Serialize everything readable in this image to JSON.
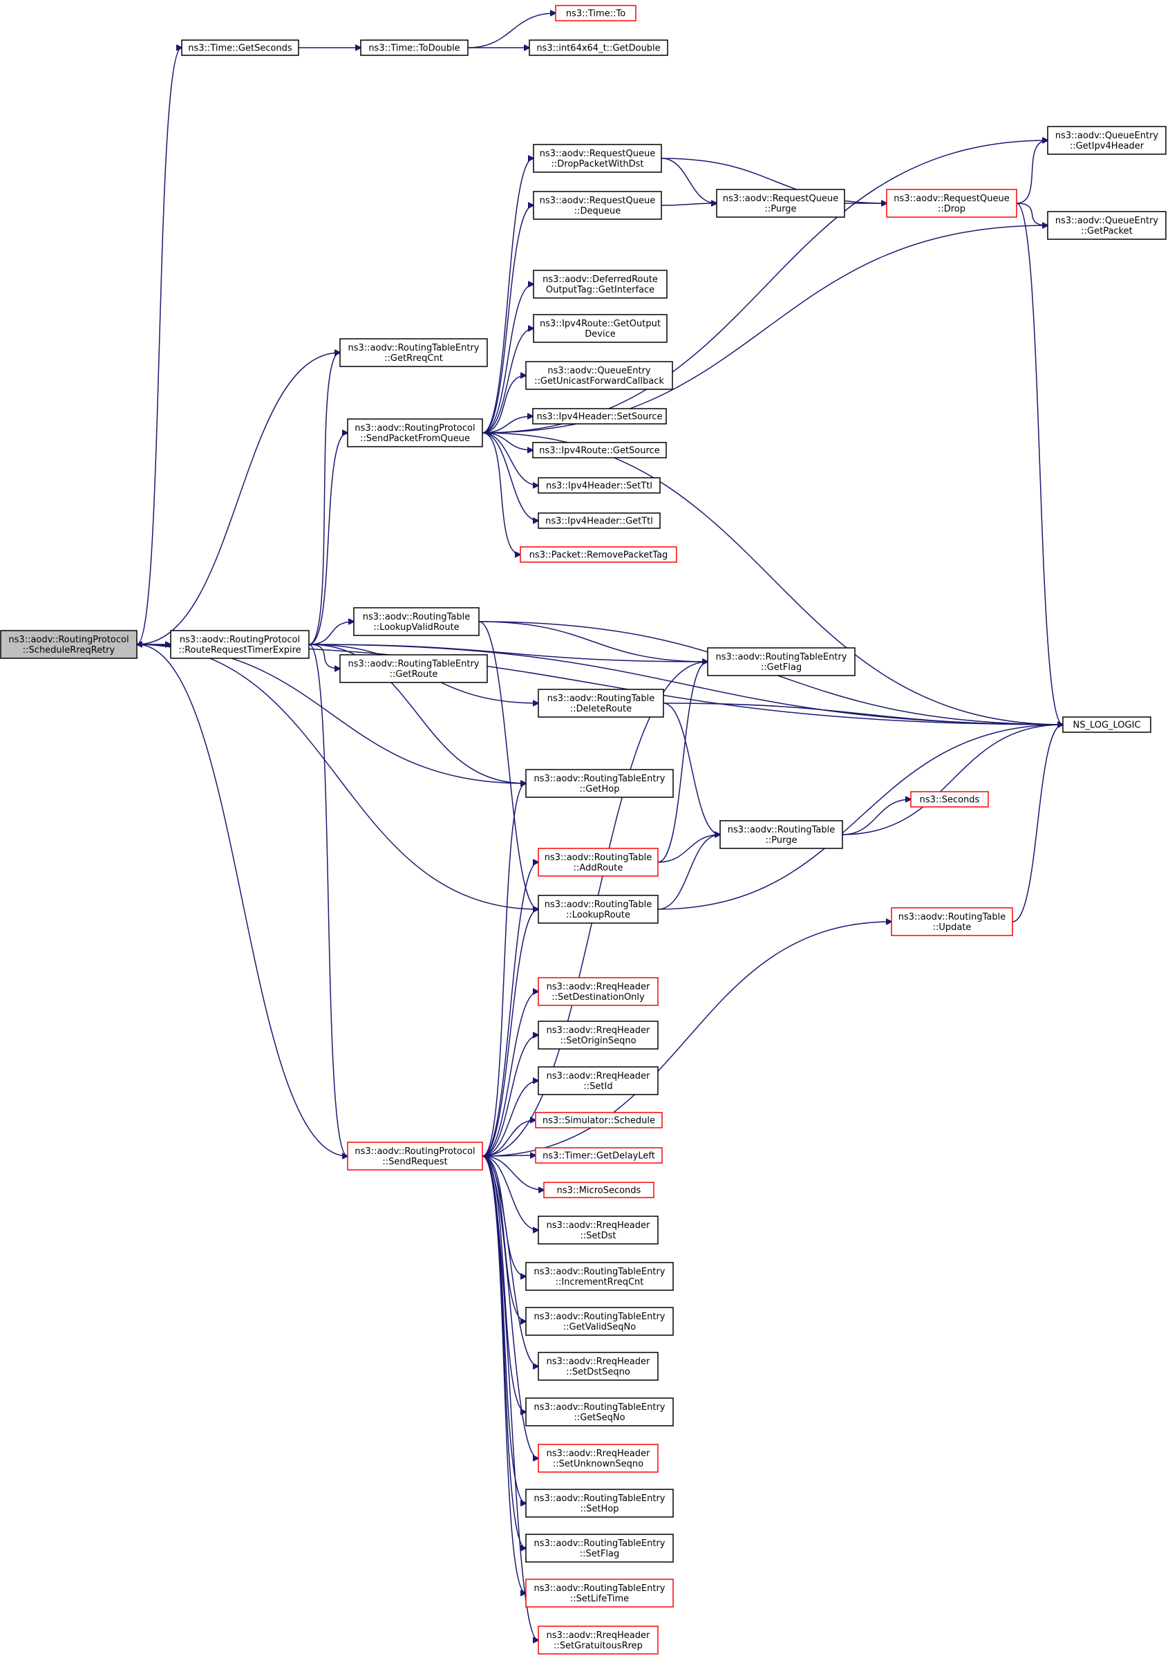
{
  "colors": {
    "edge": "#191970",
    "normal_border": "#000000",
    "truncated_border": "#ff0000",
    "root_fill": "#bfbfbf",
    "node_fill": "#ffffff"
  },
  "nodes": [
    {
      "id": "root",
      "lines": [
        "ns3::aodv::RoutingProtocol",
        "::ScheduleRreqRetry"
      ],
      "style": "root"
    },
    {
      "id": "getSeconds",
      "lines": [
        "ns3::Time::GetSeconds"
      ],
      "style": "normal"
    },
    {
      "id": "toDouble",
      "lines": [
        "ns3::Time::ToDouble"
      ],
      "style": "normal"
    },
    {
      "id": "timeTo",
      "lines": [
        "ns3::Time::To"
      ],
      "style": "truncated"
    },
    {
      "id": "getDouble",
      "lines": [
        "ns3::int64x64_t::GetDouble"
      ],
      "style": "normal"
    },
    {
      "id": "getIpv4Header",
      "lines": [
        "ns3::aodv::QueueEntry",
        "::GetIpv4Header"
      ],
      "style": "normal"
    },
    {
      "id": "dropPacketWithDst",
      "lines": [
        "ns3::aodv::RequestQueue",
        "::DropPacketWithDst"
      ],
      "style": "normal"
    },
    {
      "id": "dequeue",
      "lines": [
        "ns3::aodv::RequestQueue",
        "::Dequeue"
      ],
      "style": "normal"
    },
    {
      "id": "rqPurge",
      "lines": [
        "ns3::aodv::RequestQueue",
        "::Purge"
      ],
      "style": "normal"
    },
    {
      "id": "rqDrop",
      "lines": [
        "ns3::aodv::RequestQueue",
        "::Drop"
      ],
      "style": "truncated"
    },
    {
      "id": "getPacket",
      "lines": [
        "ns3::aodv::QueueEntry",
        "::GetPacket"
      ],
      "style": "normal"
    },
    {
      "id": "deferredGetInterface",
      "lines": [
        "ns3::aodv::DeferredRoute",
        "OutputTag::GetInterface"
      ],
      "style": "normal"
    },
    {
      "id": "getOutputDevice",
      "lines": [
        "ns3::Ipv4Route::GetOutput",
        "Device"
      ],
      "style": "normal"
    },
    {
      "id": "getRreqCnt",
      "lines": [
        "ns3::aodv::RoutingTableEntry",
        "::GetRreqCnt"
      ],
      "style": "normal"
    },
    {
      "id": "getUnicastForwardCallback",
      "lines": [
        "ns3::aodv::QueueEntry",
        "::GetUnicastForwardCallback"
      ],
      "style": "normal"
    },
    {
      "id": "sendPacketFromQueue",
      "lines": [
        "ns3::aodv::RoutingProtocol",
        "::SendPacketFromQueue"
      ],
      "style": "normal"
    },
    {
      "id": "ipv4SetSource",
      "lines": [
        "ns3::Ipv4Header::SetSource"
      ],
      "style": "normal"
    },
    {
      "id": "ipv4RouteGetSource",
      "lines": [
        "ns3::Ipv4Route::GetSource"
      ],
      "style": "normal"
    },
    {
      "id": "setTtl",
      "lines": [
        "ns3::Ipv4Header::SetTtl"
      ],
      "style": "normal"
    },
    {
      "id": "getTtl",
      "lines": [
        "ns3::Ipv4Header::GetTtl"
      ],
      "style": "normal"
    },
    {
      "id": "removePacketTag",
      "lines": [
        "ns3::Packet::RemovePacketTag"
      ],
      "style": "truncated"
    },
    {
      "id": "lookupValidRoute",
      "lines": [
        "ns3::aodv::RoutingTable",
        "::LookupValidRoute"
      ],
      "style": "normal"
    },
    {
      "id": "routeRequestTimerExpire",
      "lines": [
        "ns3::aodv::RoutingProtocol",
        "::RouteRequestTimerExpire"
      ],
      "style": "normal"
    },
    {
      "id": "getFlag",
      "lines": [
        "ns3::aodv::RoutingTableEntry",
        "::GetFlag"
      ],
      "style": "normal"
    },
    {
      "id": "getRoute",
      "lines": [
        "ns3::aodv::RoutingTableEntry",
        "::GetRoute"
      ],
      "style": "normal"
    },
    {
      "id": "deleteRoute",
      "lines": [
        "ns3::aodv::RoutingTable",
        "::DeleteRoute"
      ],
      "style": "normal"
    },
    {
      "id": "nsLogLogic",
      "lines": [
        "NS_LOG_LOGIC"
      ],
      "style": "normal"
    },
    {
      "id": "getHop",
      "lines": [
        "ns3::aodv::RoutingTableEntry",
        "::GetHop"
      ],
      "style": "normal"
    },
    {
      "id": "seconds",
      "lines": [
        "ns3::Seconds"
      ],
      "style": "truncated"
    },
    {
      "id": "rtPurge",
      "lines": [
        "ns3::aodv::RoutingTable",
        "::Purge"
      ],
      "style": "normal"
    },
    {
      "id": "addRoute",
      "lines": [
        "ns3::aodv::RoutingTable",
        "::AddRoute"
      ],
      "style": "truncated"
    },
    {
      "id": "lookupRoute",
      "lines": [
        "ns3::aodv::RoutingTable",
        "::LookupRoute"
      ],
      "style": "normal"
    },
    {
      "id": "rtUpdate",
      "lines": [
        "ns3::aodv::RoutingTable",
        "::Update"
      ],
      "style": "truncated"
    },
    {
      "id": "setDestinationOnly",
      "lines": [
        "ns3::aodv::RreqHeader",
        "::SetDestinationOnly"
      ],
      "style": "truncated"
    },
    {
      "id": "setOriginSeqno",
      "lines": [
        "ns3::aodv::RreqHeader",
        "::SetOriginSeqno"
      ],
      "style": "normal"
    },
    {
      "id": "setId",
      "lines": [
        "ns3::aodv::RreqHeader",
        "::SetId"
      ],
      "style": "normal"
    },
    {
      "id": "simSchedule",
      "lines": [
        "ns3::Simulator::Schedule"
      ],
      "style": "truncated"
    },
    {
      "id": "sendRequest",
      "lines": [
        "ns3::aodv::RoutingProtocol",
        "::SendRequest"
      ],
      "style": "truncated"
    },
    {
      "id": "getDelayLeft",
      "lines": [
        "ns3::Timer::GetDelayLeft"
      ],
      "style": "truncated"
    },
    {
      "id": "microSeconds",
      "lines": [
        "ns3::MicroSeconds"
      ],
      "style": "truncated"
    },
    {
      "id": "setDst",
      "lines": [
        "ns3::aodv::RreqHeader",
        "::SetDst"
      ],
      "style": "normal"
    },
    {
      "id": "incrementRreqCnt",
      "lines": [
        "ns3::aodv::RoutingTableEntry",
        "::IncrementRreqCnt"
      ],
      "style": "normal"
    },
    {
      "id": "getValidSeqNo",
      "lines": [
        "ns3::aodv::RoutingTableEntry",
        "::GetValidSeqNo"
      ],
      "style": "normal"
    },
    {
      "id": "setDstSeqno",
      "lines": [
        "ns3::aodv::RreqHeader",
        "::SetDstSeqno"
      ],
      "style": "normal"
    },
    {
      "id": "getSeqNo",
      "lines": [
        "ns3::aodv::RoutingTableEntry",
        "::GetSeqNo"
      ],
      "style": "normal"
    },
    {
      "id": "setUnknownSeqno",
      "lines": [
        "ns3::aodv::RreqHeader",
        "::SetUnknownSeqno"
      ],
      "style": "truncated"
    },
    {
      "id": "setHop",
      "lines": [
        "ns3::aodv::RoutingTableEntry",
        "::SetHop"
      ],
      "style": "normal"
    },
    {
      "id": "setFlag",
      "lines": [
        "ns3::aodv::RoutingTableEntry",
        "::SetFlag"
      ],
      "style": "normal"
    },
    {
      "id": "setLifeTime",
      "lines": [
        "ns3::aodv::RoutingTableEntry",
        "::SetLifeTime"
      ],
      "style": "truncated"
    },
    {
      "id": "setGratuitousRrep",
      "lines": [
        "ns3::aodv::RreqHeader",
        "::SetGratuitousRrep"
      ],
      "style": "truncated"
    }
  ],
  "edges": [
    [
      "root",
      "getSeconds"
    ],
    [
      "root",
      "nsLogLogic"
    ],
    [
      "root",
      "getRreqCnt"
    ],
    [
      "root",
      "routeRequestTimerExpire"
    ],
    [
      "root",
      "getHop"
    ],
    [
      "root",
      "lookupRoute"
    ],
    [
      "getSeconds",
      "toDouble"
    ],
    [
      "toDouble",
      "timeTo"
    ],
    [
      "toDouble",
      "getDouble"
    ],
    [
      "routeRequestTimerExpire",
      "getRreqCnt"
    ],
    [
      "routeRequestTimerExpire",
      "sendPacketFromQueue"
    ],
    [
      "routeRequestTimerExpire",
      "lookupValidRoute"
    ],
    [
      "routeRequestTimerExpire",
      "getFlag"
    ],
    [
      "routeRequestTimerExpire",
      "getRoute"
    ],
    [
      "routeRequestTimerExpire",
      "deleteRoute"
    ],
    [
      "routeRequestTimerExpire",
      "nsLogLogic"
    ],
    [
      "routeRequestTimerExpire",
      "getHop"
    ],
    [
      "routeRequestTimerExpire",
      "sendRequest"
    ],
    [
      "sendPacketFromQueue",
      "getIpv4Header"
    ],
    [
      "sendPacketFromQueue",
      "dropPacketWithDst"
    ],
    [
      "sendPacketFromQueue",
      "dequeue"
    ],
    [
      "sendPacketFromQueue",
      "getPacket"
    ],
    [
      "sendPacketFromQueue",
      "deferredGetInterface"
    ],
    [
      "sendPacketFromQueue",
      "getOutputDevice"
    ],
    [
      "sendPacketFromQueue",
      "getUnicastForwardCallback"
    ],
    [
      "sendPacketFromQueue",
      "ipv4SetSource"
    ],
    [
      "sendPacketFromQueue",
      "ipv4RouteGetSource"
    ],
    [
      "sendPacketFromQueue",
      "setTtl"
    ],
    [
      "sendPacketFromQueue",
      "getTtl"
    ],
    [
      "sendPacketFromQueue",
      "removePacketTag"
    ],
    [
      "sendPacketFromQueue",
      "nsLogLogic"
    ],
    [
      "dropPacketWithDst",
      "rqPurge"
    ],
    [
      "dropPacketWithDst",
      "rqDrop"
    ],
    [
      "dequeue",
      "rqPurge"
    ],
    [
      "rqPurge",
      "rqDrop"
    ],
    [
      "rqDrop",
      "getIpv4Header"
    ],
    [
      "rqDrop",
      "getPacket"
    ],
    [
      "rqDrop",
      "nsLogLogic"
    ],
    [
      "lookupValidRoute",
      "getFlag"
    ],
    [
      "lookupValidRoute",
      "nsLogLogic"
    ],
    [
      "lookupValidRoute",
      "lookupRoute"
    ],
    [
      "deleteRoute",
      "nsLogLogic"
    ],
    [
      "deleteRoute",
      "rtPurge"
    ],
    [
      "rtPurge",
      "seconds"
    ],
    [
      "rtPurge",
      "nsLogLogic"
    ],
    [
      "addRoute",
      "rtPurge"
    ],
    [
      "addRoute",
      "getFlag"
    ],
    [
      "lookupRoute",
      "rtPurge"
    ],
    [
      "lookupRoute",
      "nsLogLogic"
    ],
    [
      "rtUpdate",
      "nsLogLogic"
    ],
    [
      "sendRequest",
      "root"
    ],
    [
      "sendRequest",
      "getFlag"
    ],
    [
      "sendRequest",
      "getHop"
    ],
    [
      "sendRequest",
      "addRoute"
    ],
    [
      "sendRequest",
      "lookupRoute"
    ],
    [
      "sendRequest",
      "rtUpdate"
    ],
    [
      "sendRequest",
      "setDestinationOnly"
    ],
    [
      "sendRequest",
      "setOriginSeqno"
    ],
    [
      "sendRequest",
      "setId"
    ],
    [
      "sendRequest",
      "simSchedule"
    ],
    [
      "sendRequest",
      "getDelayLeft"
    ],
    [
      "sendRequest",
      "microSeconds"
    ],
    [
      "sendRequest",
      "setDst"
    ],
    [
      "sendRequest",
      "incrementRreqCnt"
    ],
    [
      "sendRequest",
      "getValidSeqNo"
    ],
    [
      "sendRequest",
      "setDstSeqno"
    ],
    [
      "sendRequest",
      "getSeqNo"
    ],
    [
      "sendRequest",
      "setUnknownSeqno"
    ],
    [
      "sendRequest",
      "setHop"
    ],
    [
      "sendRequest",
      "setFlag"
    ],
    [
      "sendRequest",
      "setLifeTime"
    ],
    [
      "sendRequest",
      "setGratuitousRrep"
    ]
  ]
}
